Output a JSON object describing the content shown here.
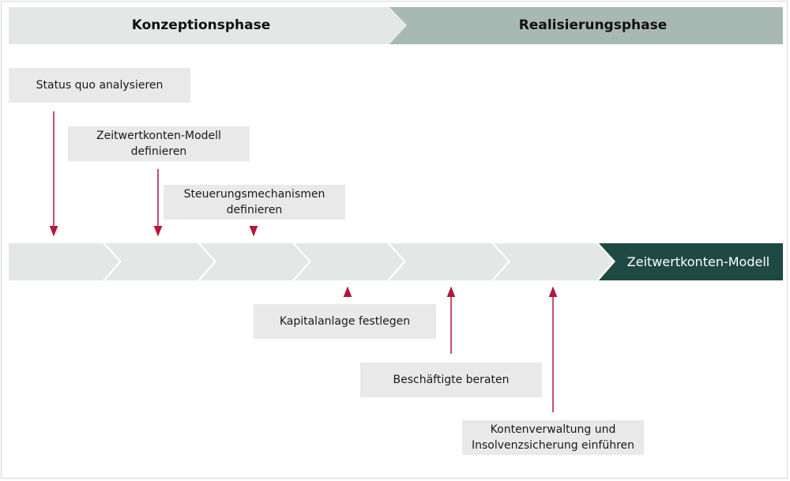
{
  "phases": {
    "konzeption": "Konzeptionsphase",
    "realisierung": "Realisierungsphase"
  },
  "steps": {
    "status_quo": "Status quo analysieren",
    "modell_definieren": "Zeitwertkonten-Modell\ndefinieren",
    "steuerung": "Steuerungsmechanismen\ndefinieren",
    "kapitalanlage": "Kapitalanlage festlegen",
    "beschaeftigte": "Beschäftigte beraten",
    "kontenverwaltung": "Kontenverwaltung und\nInsolvenzsicherung einführen"
  },
  "result": "Zeitwertkonten-Modell",
  "colors": {
    "phase_light": "#e3e8e6",
    "phase_dark": "#a8b8b2",
    "chevron": "#e3e8e6",
    "result": "#1f4a44",
    "arrow": "#b0163e",
    "box": "#e9e9e9"
  }
}
